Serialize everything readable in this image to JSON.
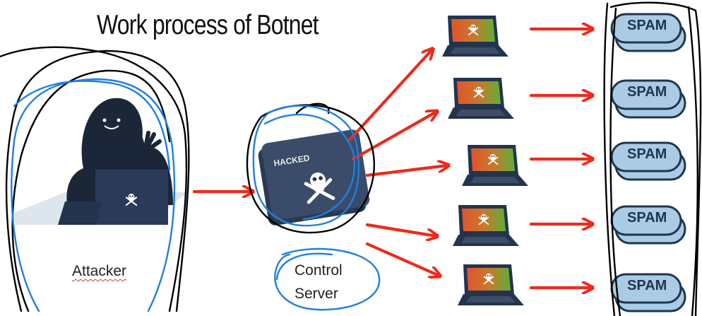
{
  "title": "Work process of Botnet",
  "nodes": {
    "attacker_label": "Attacker",
    "server_label_line1": "Control",
    "server_label_line2": "Server",
    "server_box_text": "HACKED"
  },
  "spam_label": "SPAM",
  "bots": [
    {
      "id": "bot-1"
    },
    {
      "id": "bot-2"
    },
    {
      "id": "bot-3"
    },
    {
      "id": "bot-4"
    },
    {
      "id": "bot-5"
    }
  ],
  "colors": {
    "arrow": "#ee2a1b",
    "device": "#24344f",
    "screen_left": "#e0542c",
    "screen_right": "#5fae3a",
    "spam_fill": "#a9cbe3",
    "spam_stroke": "#1f3550",
    "scribble_blue": "#1f7fe0",
    "scribble_black": "#000000"
  },
  "icons": [
    "skull-crossbones-icon",
    "laptop-icon",
    "hacker-icon",
    "server-box-icon"
  ]
}
